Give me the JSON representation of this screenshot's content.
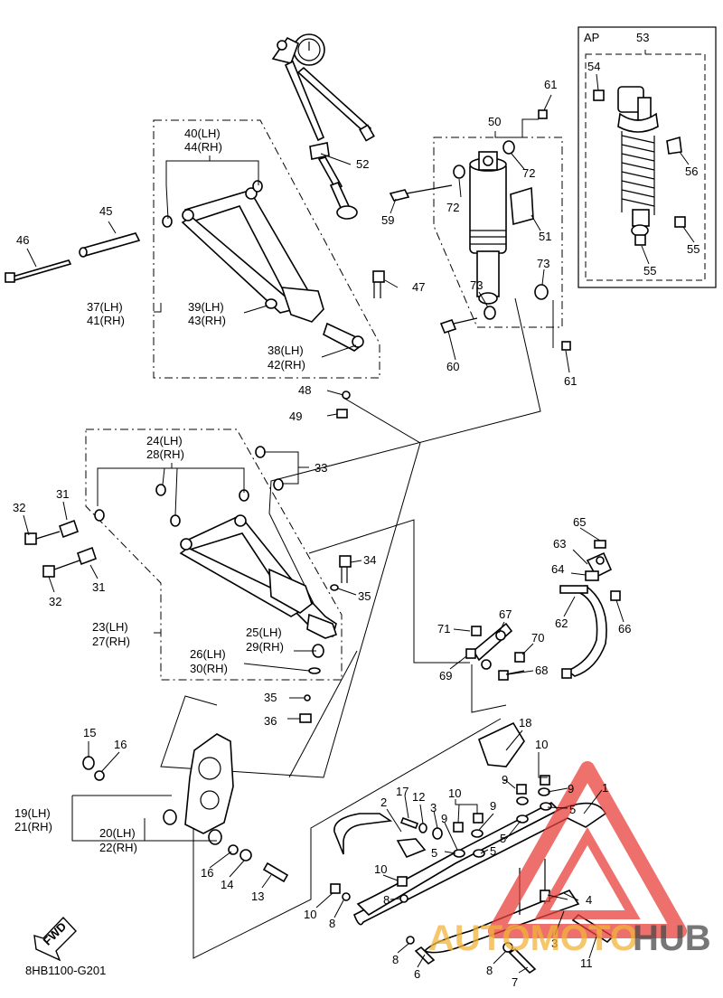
{
  "callouts": {
    "c1": "1",
    "c2": "2",
    "c3a": "3",
    "c3b": "3",
    "c4": "4",
    "c5a": "5",
    "c5b": "5",
    "c5c": "5",
    "c6": "6",
    "c7": "7",
    "c8a": "8",
    "c8b": "8",
    "c8c": "8",
    "c8d": "8",
    "c9a": "9",
    "c9b": "9",
    "c9c": "9",
    "c9d": "9",
    "c10a": "10",
    "c10b": "10",
    "c10c": "10",
    "c10d": "10",
    "c11": "11",
    "c12": "12",
    "c13": "13",
    "c14": "14",
    "c15": "15",
    "c16a": "16",
    "c16b": "16",
    "c17": "17",
    "c18": "18",
    "c19": "19(LH)",
    "c21": "21(RH)",
    "c20": "20(LH)",
    "c22": "22(RH)",
    "c23": "23(LH)",
    "c27": "27(RH)",
    "c24": "24(LH)",
    "c28": "28(RH)",
    "c25": "25(LH)",
    "c29": "29(RH)",
    "c26": "26(LH)",
    "c30": "30(RH)",
    "c31a": "31",
    "c31b": "31",
    "c32a": "32",
    "c32b": "32",
    "c33": "33",
    "c34": "34",
    "c35a": "35",
    "c35b": "35",
    "c36": "36",
    "c37": "37(LH)",
    "c41": "41(RH)",
    "c38": "38(LH)",
    "c42": "42(RH)",
    "c39": "39(LH)",
    "c43": "43(RH)",
    "c40": "40(LH)",
    "c44": "44(RH)",
    "c45": "45",
    "c46": "46",
    "c47": "47",
    "c48": "48",
    "c49": "49",
    "c50": "50",
    "c51": "51",
    "c52": "52",
    "c53": "53",
    "c54": "54",
    "c55a": "55",
    "c55b": "55",
    "c56": "56",
    "c59": "59",
    "c60": "60",
    "c61a": "61",
    "c61b": "61",
    "c62": "62",
    "c63": "63",
    "c64": "64",
    "c65": "65",
    "c66": "66",
    "c67": "67",
    "c68": "68",
    "c69": "69",
    "c70": "70",
    "c71": "71",
    "c72a": "72",
    "c72b": "72",
    "c73a": "73",
    "c73b": "73"
  },
  "ap_label": "AP",
  "fwd_label": "FWD",
  "diagram_code": "8HB1100-G201",
  "watermark": {
    "text_part1": "AUTOMOTO",
    "text_part2": "HUB",
    "color_accent": "#e8413b",
    "color_text1": "#f2b43a",
    "color_text2": "#4a4a4a"
  }
}
